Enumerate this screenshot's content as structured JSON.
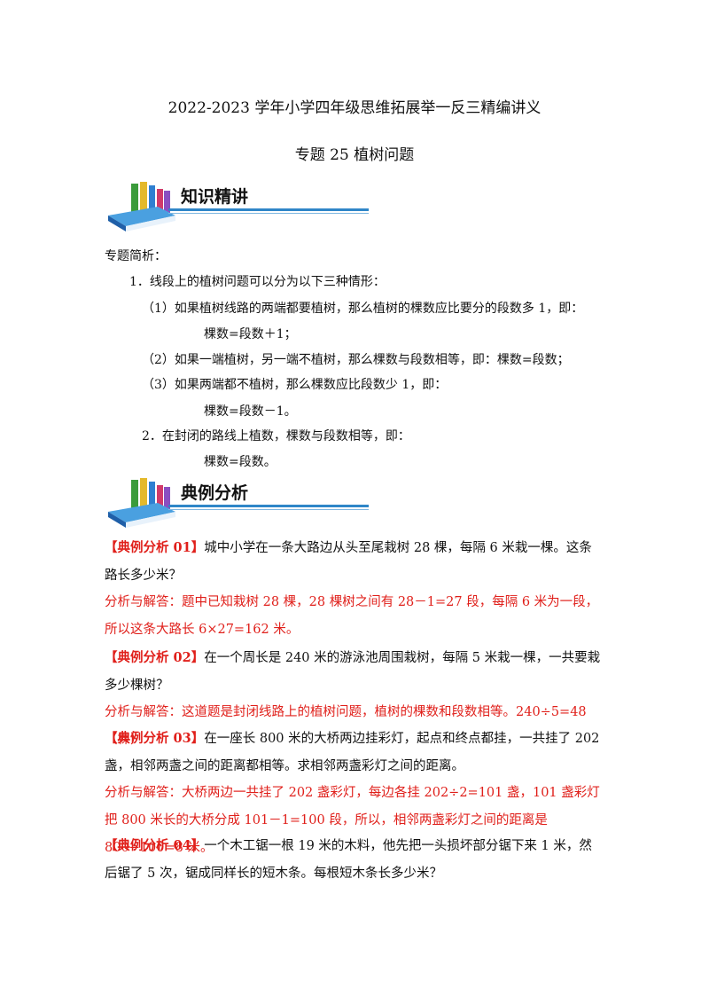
{
  "header": {
    "title": "2022-2023 学年小学四年级思维拓展举一反三精编讲义",
    "subtitle": "专题 25  植树问题"
  },
  "sections": {
    "knowledge": "知识精讲",
    "examples": "典例分析"
  },
  "knowledge": {
    "intro": "专题简析：",
    "p1": "1．线段上的植树问题可以分为以下三种情形：",
    "c1": "（1）如果植树线路的两端都要植树，那么植树的棵数应比要分的段数多 1，即：",
    "f1": "棵数=段数＋1；",
    "c2": "（2）如果一端植树，另一端不植树，那么棵数与段数相等，即：棵数=段数；",
    "c3": "（3）如果两端都不植树，那么棵数应比段数少 1，即：",
    "f3": "棵数=段数－1。",
    "p2": "2．在封闭的路线上植数，棵数与段数相等，即：",
    "f4": "棵数=段数。"
  },
  "examples": [
    {
      "tag": "【典例分析 01】",
      "question": "城中小学在一条大路边从头至尾栽树 28 棵，每隔 6 米栽一棵。这条路长多少米？",
      "answer": "分析与解答：题中已知栽树 28 棵，28 棵树之间有 28－1=27 段，每隔 6 米为一段，所以这条大路长 6×27=162 米。"
    },
    {
      "tag": "【典例分析 02】",
      "question": "在一个周长是 240 米的游泳池周围栽树，每隔 5 米栽一棵，一共要栽多少棵树？",
      "answer": "分析与解答：这道题是封闭线路上的植树问题，植树的棵数和段数相等。240÷5=48（棵）"
    },
    {
      "tag": "【典例分析 03】",
      "question": "在一座长 800 米的大桥两边挂彩灯，起点和终点都挂，一共挂了 202 盏，相邻两盏之间的距离都相等。求相邻两盏彩灯之间的距离。",
      "answer": "分析与解答：大桥两边一共挂了 202 盏彩灯，每边各挂 202÷2=101 盏，101 盏彩灯把 800 米长的大桥分成 101－1=100 段，所以，相邻两盏彩灯之间的距离是 800÷100=8 米。"
    },
    {
      "tag": "【典例分析 04】",
      "question": "一个木工锯一根 19 米的木料，他先把一头损坏部分锯下来 1 米，然后锯了 5 次，锯成同样长的短木条。每根短木条长多少米？"
    }
  ]
}
